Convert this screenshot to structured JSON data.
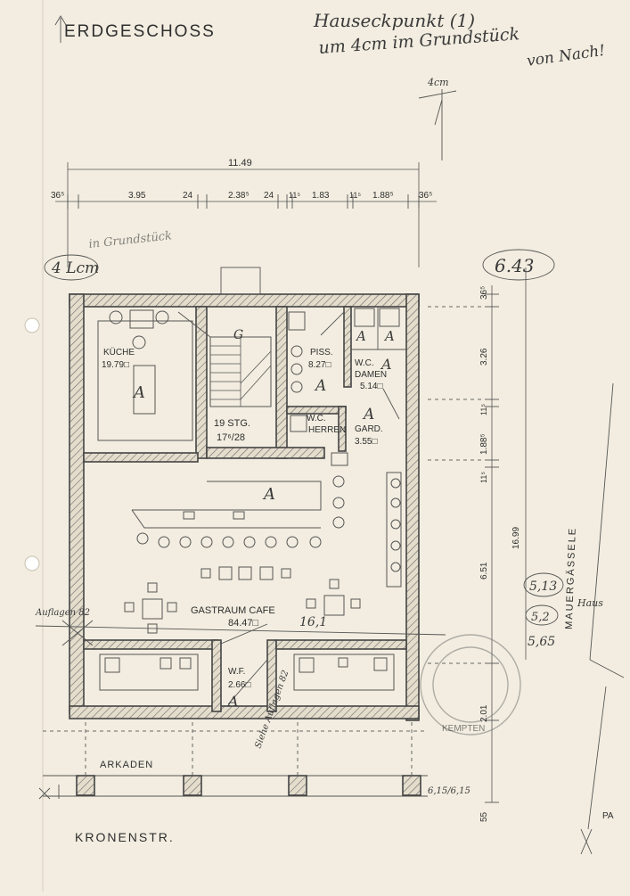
{
  "plan": {
    "title": "ERDGESCHOSS",
    "street": "KRONENSTR.",
    "arcade": "ARKADEN",
    "north_edge_label": "PA",
    "alley_label": "MAUERGÄSSELE"
  },
  "notes": {
    "note_line1": "Hauseckpunkt (1)",
    "note_line2": "um 4cm im Grundstück",
    "note_line3": "von Nach!",
    "note_4cm": "4cm",
    "note_left": "4 Lcm",
    "note_left_tail": "in Grundstück",
    "circled_643": "6.43",
    "circled_513": "5,13",
    "note_52": "5,2",
    "note_565": "5,65",
    "note_615": "6,15/6,15",
    "note_aufl_left": "Auflagen 82",
    "note_aufl_center": "Siehe Auflagen 82",
    "note_16": "16,1",
    "note_alley2": "Haus"
  },
  "dims": {
    "total_width": "11.49",
    "d_365a": "36⁵",
    "d_395": "3.95",
    "d_24a": "24",
    "d_2385": "2.38⁵",
    "d_24b": "24",
    "d_115a": "11⁵",
    "d_183": "1.83",
    "d_115b": "11⁵",
    "d_1885": "1.88⁵",
    "d_365b": "36⁵",
    "r_365": "36⁵",
    "r_326": "3.26",
    "r_115a": "11⁵",
    "r_1885": "1.88⁵",
    "r_115b": "11⁵",
    "r_651": "6.51",
    "r_1699": "16.99",
    "r_201": "2.01",
    "r_55": "55"
  },
  "rooms": {
    "kitchen_name": "KÜCHE",
    "kitchen_area": "19.79□",
    "stair_name": "19 STG.",
    "stair_ratio": "17⁶/28",
    "piss_name": "PISS.",
    "piss_area": "8.27□",
    "wc_damen_name": "W.C.",
    "wc_damen_sub": "DAMEN",
    "wc_damen_area": "5.14□",
    "wc_herren_name": "W.C.",
    "wc_herren_sub": "HERREN",
    "gard_name": "GARD.",
    "gard_area": "3.55□",
    "gastraum_name": "GASTRAUM  CAFE",
    "gastraum_area": "84.47□",
    "wf_name": "W.F.",
    "wf_area": "2.66□"
  },
  "marks": {
    "a_mark": "A",
    "g_mark": "G"
  },
  "stamp": {
    "inner": "KEMPTEN"
  }
}
